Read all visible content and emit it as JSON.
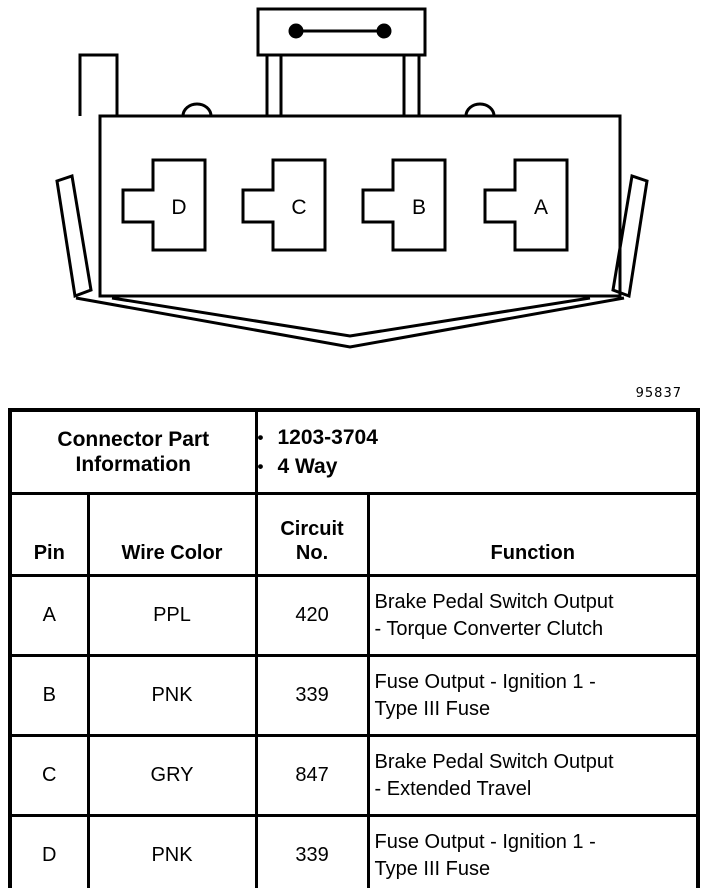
{
  "figure": {
    "number": "95837"
  },
  "ui": {
    "bullet": "•"
  },
  "connector": {
    "pins": [
      "D",
      "C",
      "B",
      "A"
    ]
  },
  "table": {
    "info_label": "Connector Part Information",
    "info_items": [
      "1203-3704",
      "4 Way"
    ],
    "headers": {
      "pin": "Pin",
      "wire_color": "Wire Color",
      "circuit_no": "Circuit\nNo.",
      "function": "Function"
    },
    "rows": [
      {
        "pin": "A",
        "wire_color": "PPL",
        "circuit_no": "420",
        "function": "Brake Pedal Switch Output\n- Torque Converter Clutch"
      },
      {
        "pin": "B",
        "wire_color": "PNK",
        "circuit_no": "339",
        "function": "Fuse Output - Ignition 1 -\nType III Fuse"
      },
      {
        "pin": "C",
        "wire_color": "GRY",
        "circuit_no": "847",
        "function": "Brake Pedal Switch Output\n- Extended Travel"
      },
      {
        "pin": "D",
        "wire_color": "PNK",
        "circuit_no": "339",
        "function": "Fuse Output - Ignition 1 -\nType III Fuse"
      }
    ]
  }
}
